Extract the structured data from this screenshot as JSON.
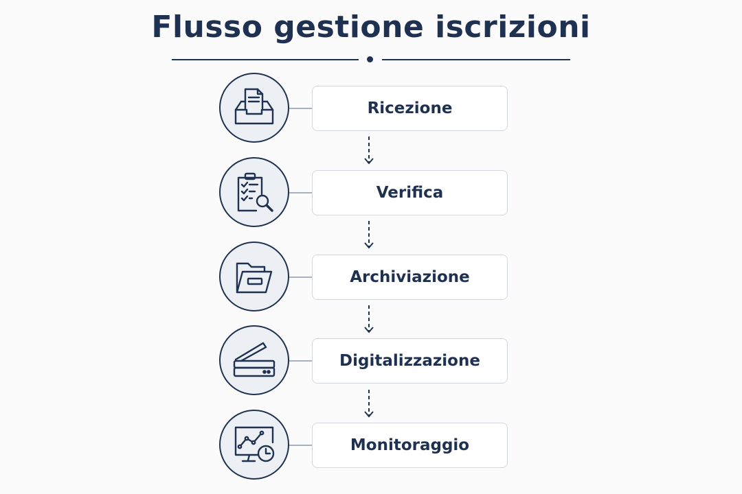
{
  "title": "Flusso gestione iscrizioni",
  "colors": {
    "ink": "#1f3150",
    "circle_fill": "#eceff4",
    "box_border": "#d3d7de",
    "connector": "#a8b0bd"
  },
  "steps": [
    {
      "label": "Ricezione",
      "icon": "inbox-document-icon"
    },
    {
      "label": "Verifica",
      "icon": "clipboard-checklist-search-icon"
    },
    {
      "label": "Archiviazione",
      "icon": "folder-icon"
    },
    {
      "label": "Digitalizzazione",
      "icon": "scanner-icon"
    },
    {
      "label": "Monitoraggio",
      "icon": "monitor-chart-clock-icon"
    }
  ]
}
